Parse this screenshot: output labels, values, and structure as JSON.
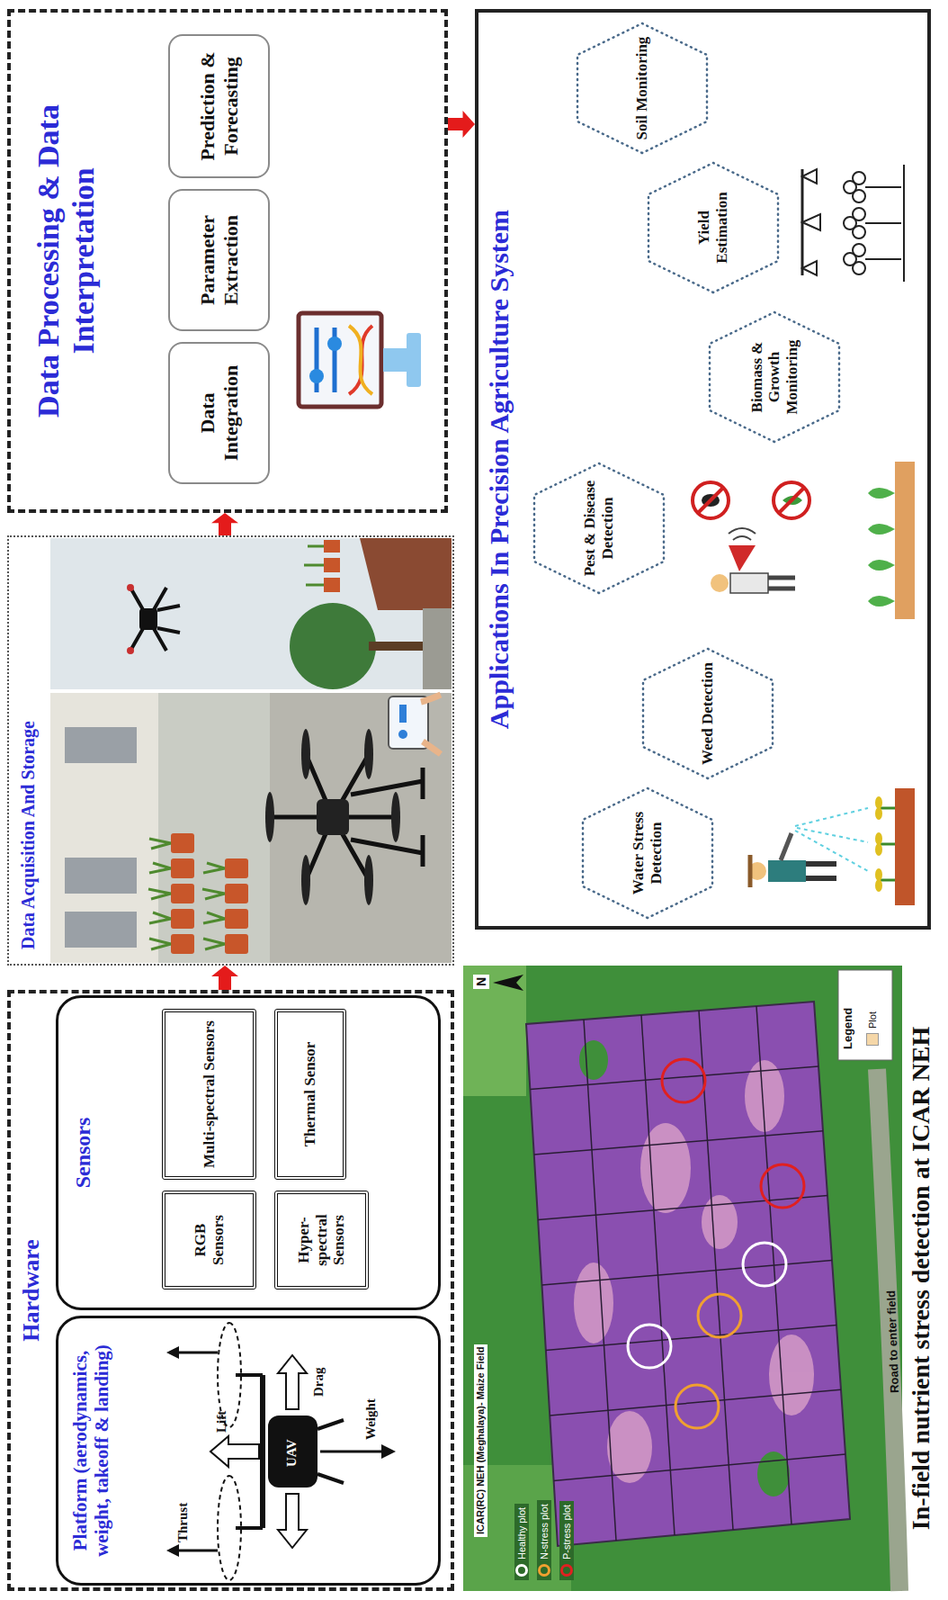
{
  "diagram": {
    "caption": "In-field nutrient stress detection at ICAR NEH",
    "nodes": [
      {
        "text": [
          "Hardware"
        ]
      },
      {
        "text": [
          "Platform (aerodynamics, weight, takeoff & landing)"
        ],
        "in": 0
      },
      {
        "text": [
          "Sensors"
        ],
        "in": 0
      },
      {
        "text": [
          "RGB Sensors"
        ],
        "in": 2
      },
      {
        "text": [
          "Multi-spectral Sensors"
        ],
        "in": 2
      },
      {
        "text": [
          "Hyper-spectral Sensors"
        ],
        "in": 2
      },
      {
        "text": [
          "Thermal Sensor"
        ],
        "in": 2
      },
      {
        "text": [
          "Data Acquisition And Storage"
        ]
      },
      {
        "text": [
          "Data Processing & Data Interpretation"
        ]
      },
      {
        "text": [
          "Data Integration"
        ],
        "in": 8
      },
      {
        "text": [
          "Parameter Extraction"
        ],
        "in": 8
      },
      {
        "text": [
          "Prediction & Forecasting"
        ],
        "in": 8
      },
      {
        "text": [
          "Applications In Precision Agriculture System"
        ]
      },
      {
        "text": [
          "Water Stress Detection"
        ],
        "in": 12
      },
      {
        "text": [
          "Weed Detection"
        ],
        "in": 12
      },
      {
        "text": [
          "Pest & Disease Detection"
        ],
        "in": 12
      },
      {
        "text": [
          "Biomass & Growth Monitoring"
        ],
        "in": 12
      },
      {
        "text": [
          "Yield Estimation"
        ],
        "in": 12
      },
      {
        "text": [
          "Soil Monitoring"
        ],
        "in": 12
      }
    ],
    "edges": [
      {
        "from": 0,
        "to": 7,
        "arrow": "to"
      },
      {
        "from": 7,
        "to": 8,
        "arrow": "to"
      },
      {
        "from": 8,
        "to": 12,
        "arrow": "to"
      }
    ],
    "labels": [
      "Thrust",
      "Lift",
      "Drag",
      "Weight",
      "UAV",
      "ICAR(RC) NEH (Meghalaya)- Maize Field",
      "N",
      "Road to enter field",
      "Legend"
    ],
    "legend": [
      {
        "text": "Healthy plot",
        "color": "#ffffff"
      },
      {
        "text": "N-stress plot",
        "color": "#f0a030"
      },
      {
        "text": "P-stress plot",
        "color": "#e02020"
      },
      {
        "text": "Plot",
        "color": "#f5d7a8"
      }
    ]
  }
}
